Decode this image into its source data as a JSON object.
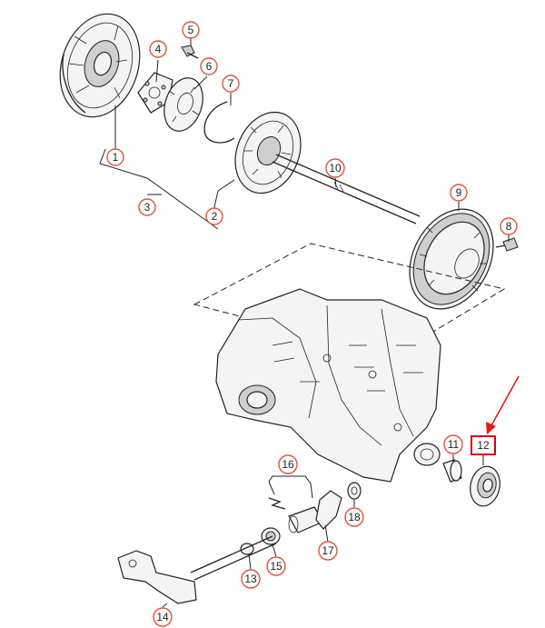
{
  "diagram": {
    "callouts": [
      {
        "label": "1"
      },
      {
        "label": "2"
      },
      {
        "label": "3"
      },
      {
        "label": "4"
      },
      {
        "label": "5"
      },
      {
        "label": "6"
      },
      {
        "label": "7"
      },
      {
        "label": "8"
      },
      {
        "label": "9"
      },
      {
        "label": "10"
      },
      {
        "label": "11"
      },
      {
        "label": "13"
      },
      {
        "label": "14"
      },
      {
        "label": "15"
      },
      {
        "label": "16"
      },
      {
        "label": "17"
      },
      {
        "label": "18"
      }
    ],
    "highlighted": {
      "label": "12"
    },
    "colors": {
      "callout_ring": "#e0533a",
      "highlight": "#d9001b",
      "arrow": "#e81818"
    }
  }
}
